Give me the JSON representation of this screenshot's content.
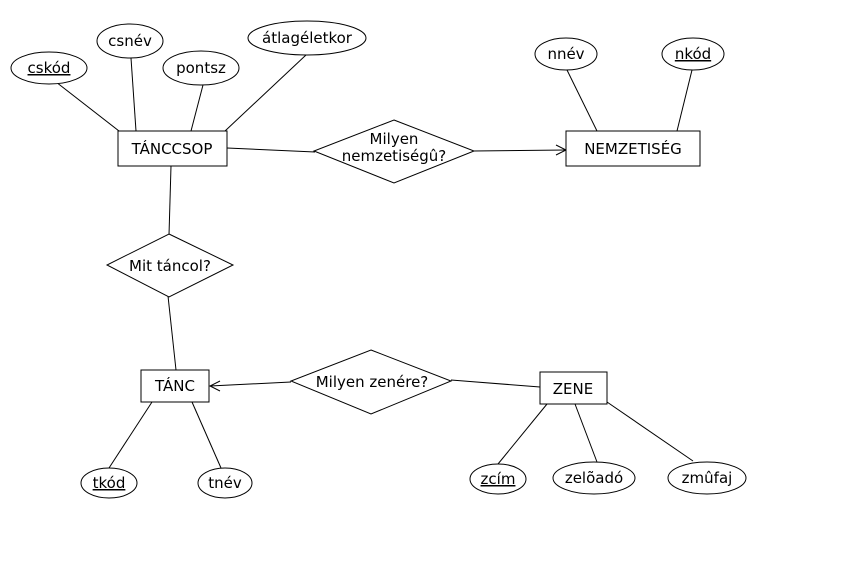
{
  "entities": {
    "tanccsop": "TÁNCCSOP",
    "nemzetiseg": "NEMZETISÉG",
    "tanc": "TÁNC",
    "zene": "ZENE"
  },
  "relationships": {
    "nemzetiseg_rel": [
      "Milyen",
      "nemzetiségû?"
    ],
    "mit_tancol": "Mit táncol?",
    "milyen_zenere": "Milyen zenére?"
  },
  "attributes": {
    "cskod": "cskód",
    "csnev": "csnév",
    "pontsz": "pontsz",
    "atlageletkor": "átlagéletkor",
    "nnev": "nnév",
    "nkod": "nkód",
    "tkod": "tkód",
    "tnev": "tnév",
    "zcim": "zcím",
    "zeloado": "zelõadó",
    "zmufaj": "zmûfaj"
  }
}
